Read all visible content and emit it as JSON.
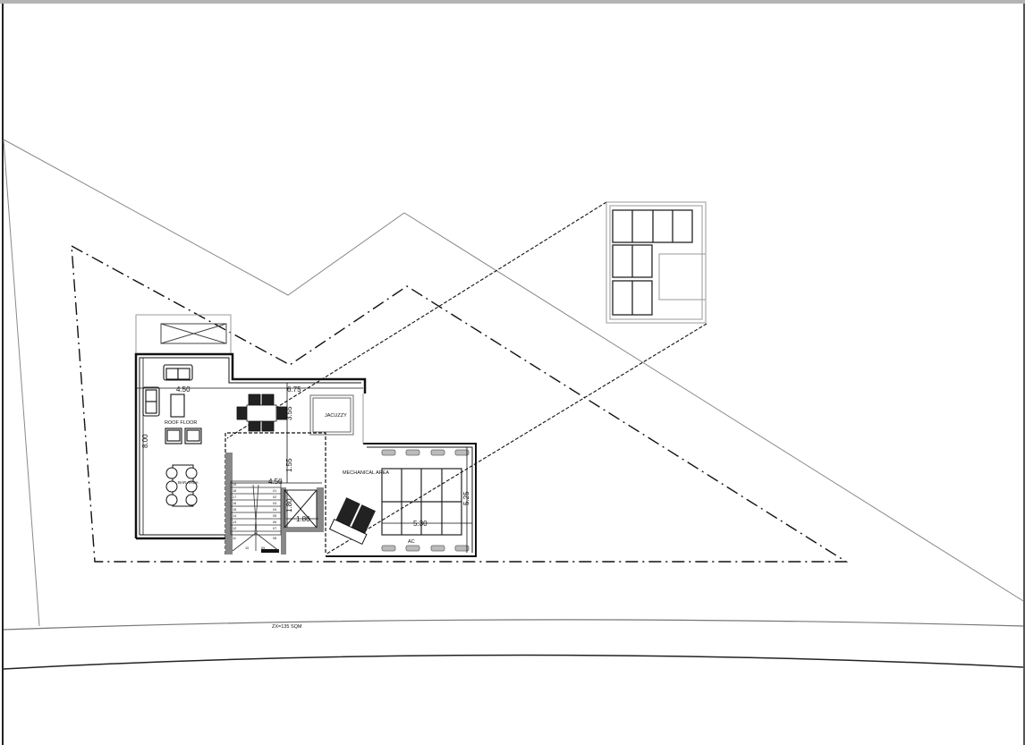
{
  "drawing": {
    "type": "architectural floor plan",
    "level_label": "ROOF FLOOR",
    "rooms": {
      "roof_floor": "ROOF FLOOR",
      "bar_area": "BAR AREA",
      "jacuzzi": "JACUZZY",
      "mechanical_area": "MECHANICAL AREA",
      "ac": "AC"
    },
    "dimensions": {
      "roof_width": "4.50",
      "roof_depth": "8.00",
      "terrace_width": "6.75",
      "terrace_depth": "3.55",
      "stair_gap": "1.55",
      "stair_width": "4.50",
      "lift_height": "1.80",
      "lift_width": "1.80",
      "mech_width": "5.30",
      "mech_depth": "5.25"
    },
    "stair_steps": [
      "19",
      "18",
      "17",
      "16",
      "15",
      "14",
      "13",
      "12",
      "11",
      "10",
      "09",
      "08",
      "07",
      "06",
      "05",
      "04",
      "03",
      "02",
      "01"
    ],
    "area_label": "ZX=135 SQM"
  }
}
